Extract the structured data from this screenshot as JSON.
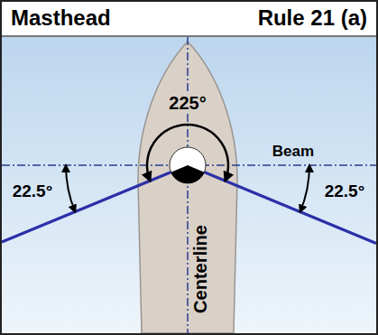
{
  "diagram": {
    "title": "Masthead",
    "labels": [
      "Rule 21 (a)",
      "225°",
      "Beam",
      "22.5°",
      "22.5°",
      "Centerline"
    ]
  }
}
